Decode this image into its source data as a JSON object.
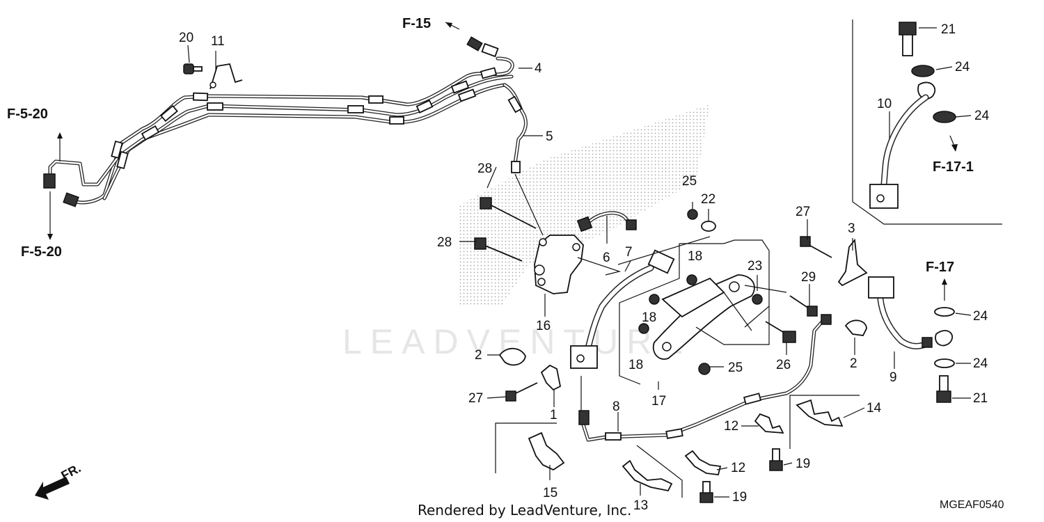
{
  "refs": {
    "f15": "F-15",
    "f520_top": "F-5-20",
    "f520_bottom": "F-5-20",
    "f171": "F-17-1",
    "f17": "F-17"
  },
  "callouts": {
    "c20": "20",
    "c11": "11",
    "c4": "4",
    "c5": "5",
    "c28a": "28",
    "c28b": "28",
    "c6": "6",
    "c7": "7",
    "c16": "16",
    "c25a": "25",
    "c22": "22",
    "c18a": "18",
    "c23": "23",
    "c18b": "18",
    "c18c": "18",
    "c25b": "25",
    "c17": "17",
    "c26": "26",
    "c27a": "27",
    "c3": "3",
    "c29": "29",
    "c2a": "2",
    "c2b": "2",
    "c27b": "27",
    "c1": "1",
    "c8": "8",
    "c9": "9",
    "c21a": "21",
    "c24a": "24",
    "c24b": "24",
    "c10": "10",
    "c24c": "24",
    "c24d": "24",
    "c21b": "21",
    "c14": "14",
    "c12a": "12",
    "c12b": "12",
    "c19a": "19",
    "c19b": "19",
    "c15": "15",
    "c13": "13"
  },
  "watermark": "LEADVENTURE",
  "direction_label": "FR.",
  "footer_text": "Rendered by LeadVenture, Inc.",
  "diagram_code": "MGEAF0540"
}
